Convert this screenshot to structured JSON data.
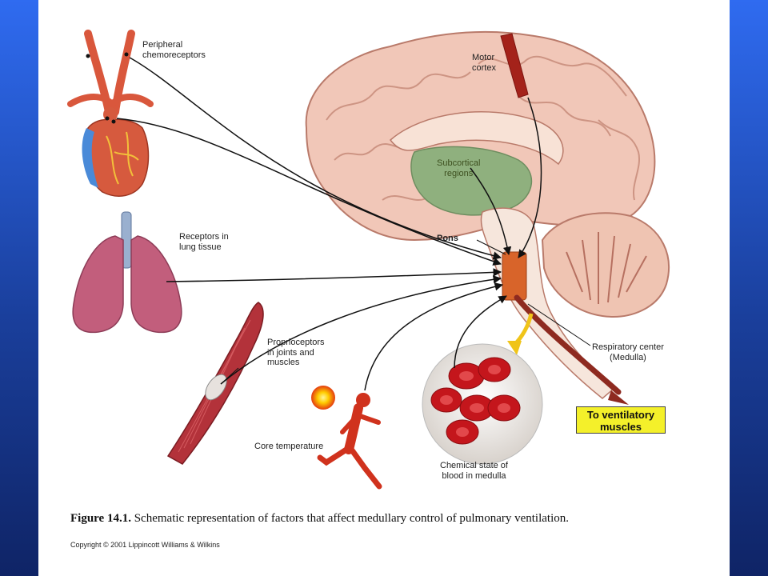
{
  "colors": {
    "frame_blue": "#2f6bf0",
    "callout_yellow": "#f4f02a",
    "brain_pink": "#f1c7b8",
    "subcortical_green": "#8fb07e",
    "medulla_orange": "#d8642a",
    "motor_cortex_red": "#a4221a",
    "blood_red": "#c4161c",
    "runner_red": "#d0321d"
  },
  "labels": {
    "peripheral_chemoreceptors": "Peripheral\nchemoreceptors",
    "motor_cortex": "Motor\ncortex",
    "subcortical_regions": "Subcortical\nregions",
    "pons": "Pons",
    "receptors_lung": "Receptors in\nlung tissue",
    "proprioceptors": "Proprioceptors\nin joints and\nmuscles",
    "respiratory_center": "Respiratory center\n(Medulla)",
    "ventilatory_muscles": "To ventilatory\nmuscles",
    "core_temperature": "Core temperature",
    "chemical_state": "Chemical state of\nblood in medulla"
  },
  "caption": {
    "figure_number": "Figure 14.1.",
    "text": "Schematic representation of factors that affect medullary control of pulmonary ventilation."
  },
  "copyright": "Copyright © 2001 Lippincott Williams & Wilkins"
}
